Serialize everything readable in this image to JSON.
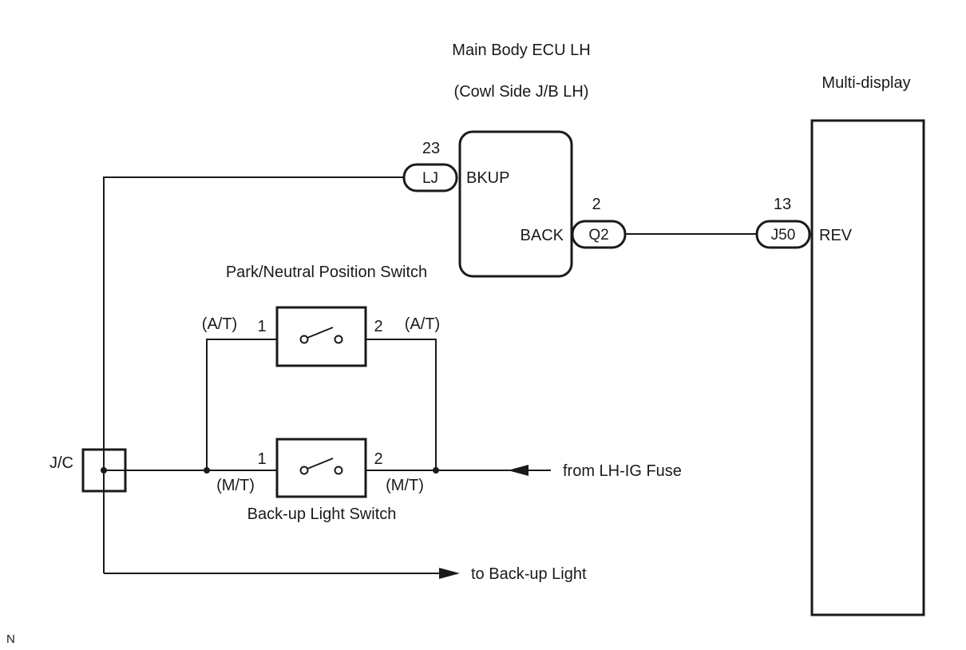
{
  "ecu": {
    "title": "Main Body ECU LH",
    "subtitle": "(Cowl Side J/B LH)",
    "bkup_label": "BKUP",
    "back_label": "BACK"
  },
  "multi_display": {
    "title": "Multi-display",
    "rev_label": "REV"
  },
  "connectors": {
    "lj": {
      "name": "LJ",
      "pin": "23"
    },
    "q2": {
      "name": "Q2",
      "pin": "2"
    },
    "j50": {
      "name": "J50",
      "pin": "13"
    }
  },
  "pnp_switch": {
    "title": "Park/Neutral Position Switch",
    "pin1": "1",
    "pin2": "2",
    "tag_left": "(A/T)",
    "tag_right": "(A/T)"
  },
  "backup_switch": {
    "title": "Back-up Light Switch",
    "pin1": "1",
    "pin2": "2",
    "tag_left": "(M/T)",
    "tag_right": "(M/T)"
  },
  "junction": {
    "label": "J/C"
  },
  "arrows": {
    "from_fuse": "from LH-IG Fuse",
    "to_light": "to Back-up Light"
  },
  "corner_mark": "N"
}
